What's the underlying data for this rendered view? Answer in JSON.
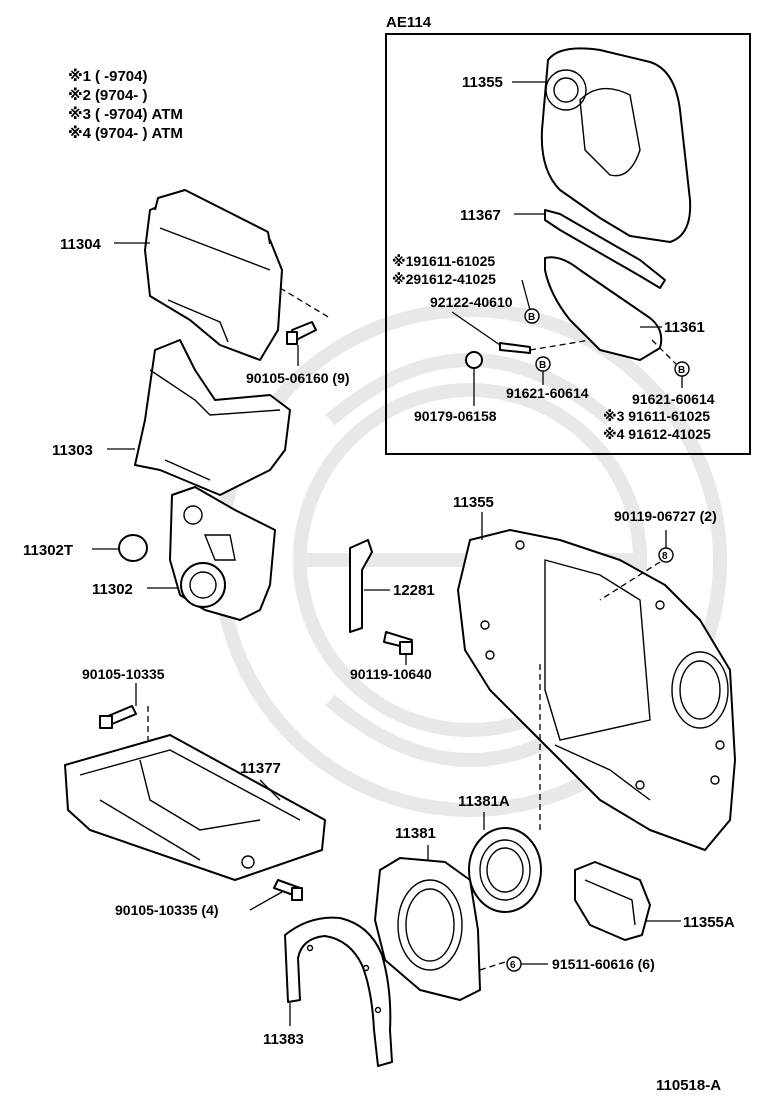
{
  "notes": [
    {
      "mark": "※1",
      "range": "(        -9704)",
      "suffix": ""
    },
    {
      "mark": "※2",
      "range": "(9704-         )",
      "suffix": ""
    },
    {
      "mark": "※3",
      "range": "(        -9704)",
      "suffix": "ATM"
    },
    {
      "mark": "※4",
      "range": "(9704-         )",
      "suffix": "ATM"
    }
  ],
  "inset": {
    "title": "AE114",
    "labels": {
      "p11355": "11355",
      "p11367": "11367",
      "n1": "※191611-61025",
      "n2": "※291612-41025",
      "p92122": "92122-40610",
      "p11361": "11361",
      "p91621a": "91621-60614",
      "p91621b": "91621-60614",
      "p90179": "90179-06158",
      "n3": "※3 91611-61025",
      "n4": "※4 91612-41025"
    },
    "circle_marks": {
      "b1": "B",
      "b2": "B",
      "b3": "B"
    }
  },
  "labels": {
    "p11304": "11304",
    "p90105_06160": "90105-06160 (9)",
    "p11303": "11303",
    "p11302T": "11302T",
    "p11302": "11302",
    "p12281": "12281",
    "p90119_10640": "90119-10640",
    "p11355": "11355",
    "p90119_06727": "90119-06727 (2)",
    "p90105_10335": "90105-10335",
    "p11377": "11377",
    "p11381A": "11381A",
    "p11381": "11381",
    "p90105_10335_4": "90105-10335 (4)",
    "p11355A": "11355A",
    "p91511": "91511-60616 (6)",
    "p11383": "11383",
    "code": "110518-A"
  },
  "circle_marks": {
    "m8": "8",
    "m6": "6"
  }
}
